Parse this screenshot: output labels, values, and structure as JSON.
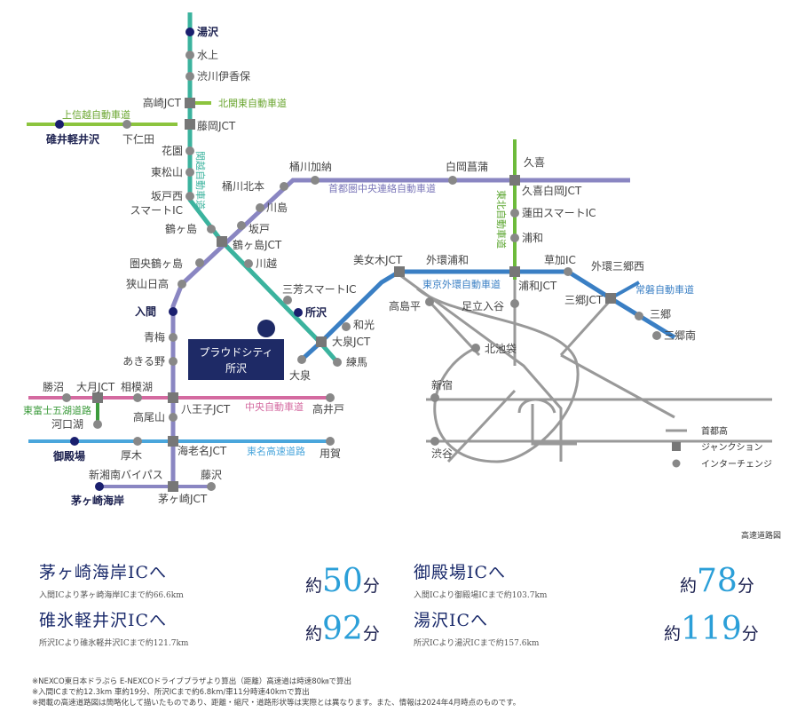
{
  "map": {
    "stations": {
      "yuzawa": "湯沢",
      "minakami": "水上",
      "shibukawa": "渋川伊香保",
      "takasaki_jct": "高崎JCT",
      "fujioka_jct": "藤岡JCT",
      "usui": "碓井軽井沢",
      "shimonita": "下仁田",
      "hanazono": "花園",
      "higashimatsuyama": "東松山",
      "sakadonishi": "坂戸西",
      "smart_ic": "スマートIC",
      "tsurugashima": "鶴ヶ島",
      "tsurugashima_jct": "鶴ヶ島JCT",
      "okegawa_kitamoto": "桶川北本",
      "okegawa_kano": "桶川加納",
      "kawajima": "川島",
      "sakado": "坂戸",
      "kawagoe": "川越",
      "shiraoka": "白岡菖蒲",
      "kuki": "久喜",
      "kuki_shiraoka_jct": "久喜白岡JCT",
      "hasuda": "蓮田スマートIC",
      "urawa": "浦和",
      "urawa_jct": "浦和JCT",
      "bijogi_jct": "美女木JCT",
      "gaikan_urawa": "外環浦和",
      "soka": "草加IC",
      "gaikan_misato": "外環三郷西",
      "misato_jct": "三郷JCT",
      "misato": "三郷",
      "misato_minami": "三郷南",
      "enokido_tsurugashima": "圏央鶴ヶ島",
      "sayama_hidaka": "狭山日高",
      "miyoshi": "三芳スマートIC",
      "tokorozawa": "所沢",
      "iruma": "入間",
      "wako": "和光",
      "oizumi_jct": "大泉JCT",
      "nerima": "練馬",
      "oizumi": "大泉",
      "takashimadaira": "高島平",
      "adachi": "足立入谷",
      "ikebukuro": "北池袋",
      "ome": "青梅",
      "akiruno": "あきる野",
      "katsunuma": "勝沼",
      "otsuki_jct": "大月JCT",
      "sagamiko": "相模湖",
      "hachioji_jct": "八王子JCT",
      "takaoyama": "高尾山",
      "takaido": "高井戸",
      "shinjuku": "新宿",
      "kawaguchiko": "河口湖",
      "gotemba": "御殿場",
      "atsugi": "厚木",
      "ebina_jct": "海老名JCT",
      "yoga": "用賀",
      "shibuya": "渋谷",
      "shinshonan": "新湘南バイパス",
      "fujisawa": "藤沢",
      "chigasaki_jct": "茅ヶ崎JCT",
      "chigasaki_kaigan": "茅ヶ崎海岸"
    },
    "highways": {
      "joshinetsu": "上信越自動車道",
      "kitakanto": "北関東自動車道",
      "kanetsu": "関越自動車道",
      "ken_o": "首都圏中央連絡自動車道",
      "tohoku": "東北自動車道",
      "gaikan": "東京外環自動車道",
      "joban": "常磐自動車道",
      "chuo": "中央自動車道",
      "higashifuji": "東富士五湖道路",
      "tomei": "東名高速道路"
    },
    "property": {
      "line1": "プラウドシティ",
      "line2": "所沢"
    },
    "legend": {
      "shutoko": "首都高",
      "junction": "ジャンクション",
      "interchange": "インターチェンジ"
    },
    "caption": "高速道路図",
    "colors": {
      "kanetsu": "#3bb39e",
      "ken_o": "#8a86c2",
      "tohoku": "#6dbb3b",
      "gaikan": "#3a7fc4",
      "chuo": "#d46aa0",
      "tomei": "#4aa6dc",
      "shutoko": "#999999",
      "property": "#1e2a66"
    }
  },
  "routes": [
    {
      "title": "茅ヶ崎海岸ICへ",
      "sub": "入間ICより茅ヶ崎海岸ICまで約66.6km",
      "prefix": "約",
      "minutes": "50",
      "suffix": "分"
    },
    {
      "title": "御殿場ICへ",
      "sub": "入間ICより御殿場ICまで約103.7km",
      "prefix": "約",
      "minutes": "78",
      "suffix": "分"
    },
    {
      "title": "碓氷軽井沢ICへ",
      "sub": "所沢ICより碓氷軽井沢ICまで約121.7km",
      "prefix": "約",
      "minutes": "92",
      "suffix": "分"
    },
    {
      "title": "湯沢ICへ",
      "sub": "所沢ICより湯沢ICまで約157.6km",
      "prefix": "約",
      "minutes": "119",
      "suffix": "分"
    }
  ],
  "notes": [
    "※NEXCO東日本ドラぷら E-NEXCOドライブプラザより算出（距離）高速道は時速80㎞で算出",
    "※入間ICまで約12.3km 車約19分、所沢ICまで約6.8km/車11分時速40kmで算出",
    "※掲載の高速道路図は簡略化して描いたものであり、距離・縮尺・道路形状等は実際とは異なります。また、情報は2024年4月時点のものです。"
  ]
}
